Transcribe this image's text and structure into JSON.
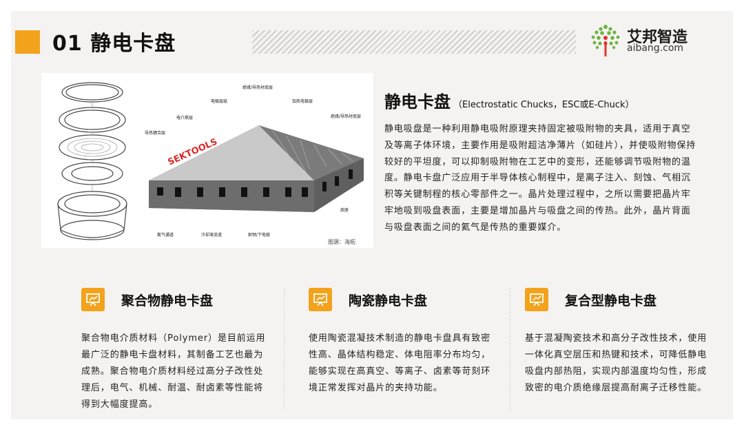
{
  "header": {
    "title": "01 静电卡盘"
  },
  "logo": {
    "name_cn": "艾邦智造",
    "url_text": "aibang.com"
  },
  "hero": {
    "callouts": [
      "绝缘/导热衬底层",
      "电极层层",
      "加热电极层",
      "电介质层",
      "绝缘/导热衬底层",
      "导热键合层",
      "氦气通道",
      "冷却液流道",
      "射频/下电极",
      "底座"
    ],
    "brand_mark": "SEKTOOLS",
    "source": "图源：海拓"
  },
  "section": {
    "title": "静电卡盘",
    "subtitle": "（Electrostatic Chucks，ESC或E-Chuck）",
    "paragraph": "静电吸盘是一种利用静电吸附原理夹持固定被吸附物的夹具，适用于真空及等离子体环境，主要作用是吸附超洁净薄片（如硅片），并使吸附物保持较好的平坦度，可以抑制吸附物在工艺中的变形，还能够调节吸附物的温度。静电卡盘广泛应用于半导体核心制程中，是离子注入、刻蚀、气相沉积等关键制程的核心零部件之一。晶片处理过程中，之所以需要把晶片牢牢地吸到吸盘表面，主要是增加晶片与吸盘之间的传热。此外，晶片背面与吸盘表面之间的氦气是传热的重要媒介。"
  },
  "cards": [
    {
      "title": "聚合物静电卡盘",
      "body": "聚合物电介质材料（Polymer）是目前运用最广泛的静电卡盘材料，其制备工艺也最为成熟。聚合物电介质材料经过高分子改性处理后，电气、机械、耐温、耐卤素等性能将得到大幅度提高。"
    },
    {
      "title": "陶瓷静电卡盘",
      "body": "使用陶瓷混凝技术制造的静电卡盘具有致密性高、晶体结构稳定、体电阻率分布均匀，能够实现在高真空、等离子、卤素等苛刻环境正常发挥对晶片的夹持功能。"
    },
    {
      "title": "复合型静电卡盘",
      "body": "基于混凝陶瓷技术和高分子改性技术，使用一体化真空层压和热键和技术，可降低静电吸盘内部热阻，实现内部温度均匀性，形成致密的电介质绝缘层提高耐离子迁移性能。"
    }
  ],
  "colors": {
    "accent": "#f3a21b",
    "logo_green": "#6cb33f",
    "logo_red": "#e2312d",
    "background": "#f4f3f1"
  }
}
